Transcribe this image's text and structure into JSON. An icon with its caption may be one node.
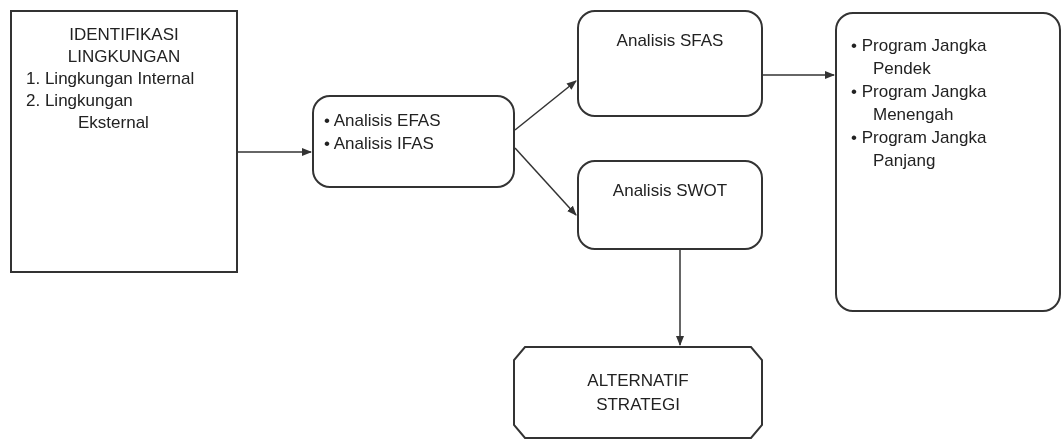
{
  "diagram": {
    "nodes": [
      {
        "text": [
          "IDENTIFIKASI LINGKUNGAN",
          "1. Lingkungan Internal",
          "2. Lingkungan Eksternal"
        ]
      },
      {
        "text": [
          "• Analisis EFAS",
          "• Analisis IFAS"
        ]
      },
      {
        "text": [
          "Analisis SFAS"
        ]
      },
      {
        "text": [
          "Analisis SWOT"
        ]
      },
      {
        "text": [
          "• Program Jangka Pendek",
          "• Program Jangka Menengah",
          "• Program Jangka Panjang"
        ]
      },
      {
        "text": [
          "ALTERNATIF STRATEGI"
        ]
      }
    ],
    "edges": [
      {
        "from": 0,
        "to": 1,
        "arrow": "to"
      },
      {
        "from": 1,
        "to": 2,
        "arrow": "to"
      },
      {
        "from": 1,
        "to": 3,
        "arrow": "to"
      },
      {
        "from": 2,
        "to": 4,
        "arrow": "to"
      },
      {
        "from": 3,
        "to": 5,
        "arrow": "to"
      }
    ]
  }
}
